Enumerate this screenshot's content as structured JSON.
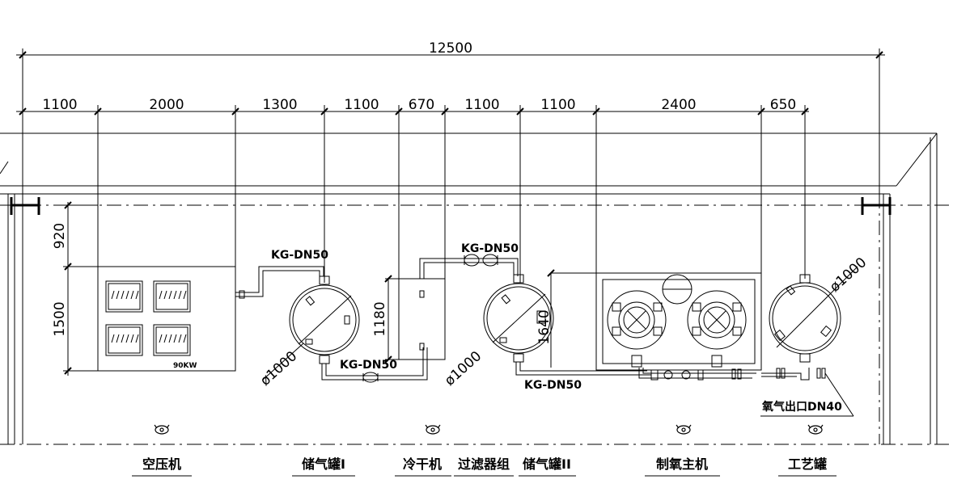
{
  "dimensions": {
    "total": "12500",
    "segments": [
      "1100",
      "2000",
      "1300",
      "1100",
      "670",
      "1100",
      "1100",
      "2400",
      "650"
    ],
    "vertical_compressor": [
      "920",
      "1500"
    ],
    "dryer_height": "1180",
    "tank2_label": "1640"
  },
  "diameters": {
    "tank1": "ø1000",
    "tank2": "ø1000",
    "process_tank": "ø1000"
  },
  "pipes": {
    "inlet_top": "KG-DN50",
    "tank1_to_dryer": "KG-DN50",
    "filter_top": "KG-DN50",
    "tank2_bottom": "KG-DN50",
    "oxygen_outlet": "氧气出口DN40"
  },
  "compressor": {
    "power": "90KW"
  },
  "equipment_labels": [
    "空压机",
    "储气罐I",
    "冷干机",
    "过滤器组",
    "储气罐II",
    "制氧主机",
    "工艺罐"
  ]
}
